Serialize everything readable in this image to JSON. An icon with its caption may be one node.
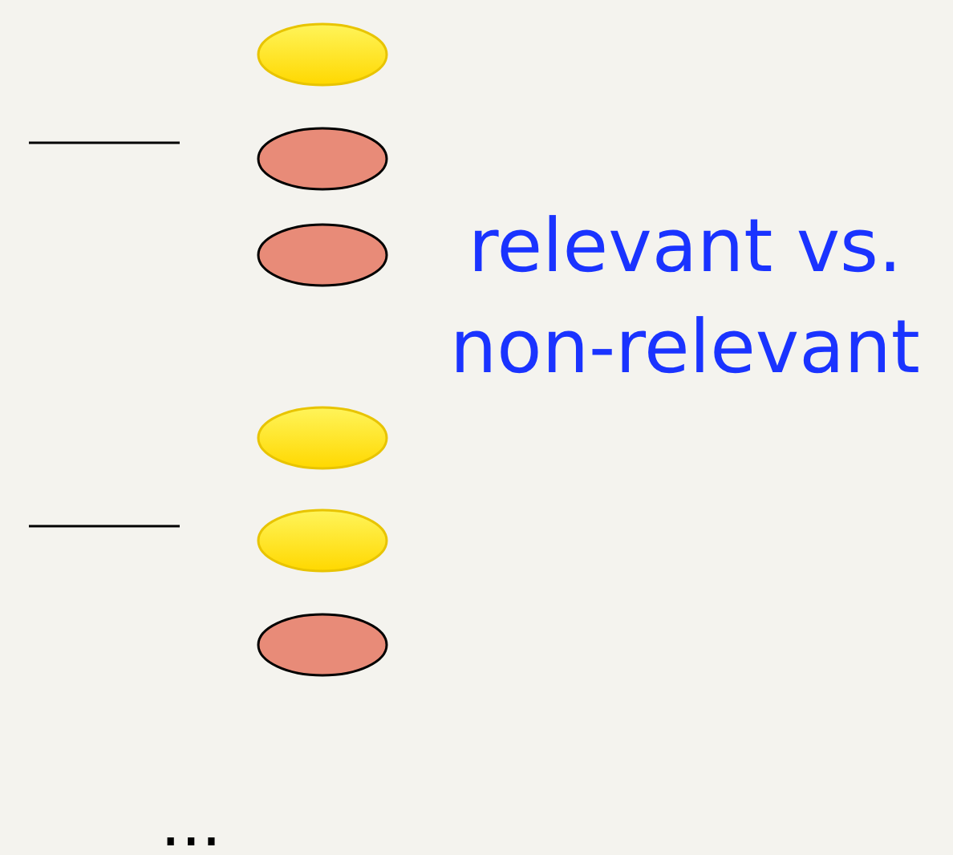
{
  "diagram": {
    "nodes": [
      {
        "text": [],
        "shape": "ellipse"
      },
      {
        "text": [],
        "shape": "ellipse"
      },
      {
        "text": [],
        "shape": "ellipse"
      },
      {
        "text": [],
        "shape": "ellipse"
      },
      {
        "text": [],
        "shape": "ellipse"
      },
      {
        "text": [],
        "shape": "ellipse"
      }
    ],
    "labels": [
      "relevant vs. non-relevant",
      "..."
    ]
  }
}
